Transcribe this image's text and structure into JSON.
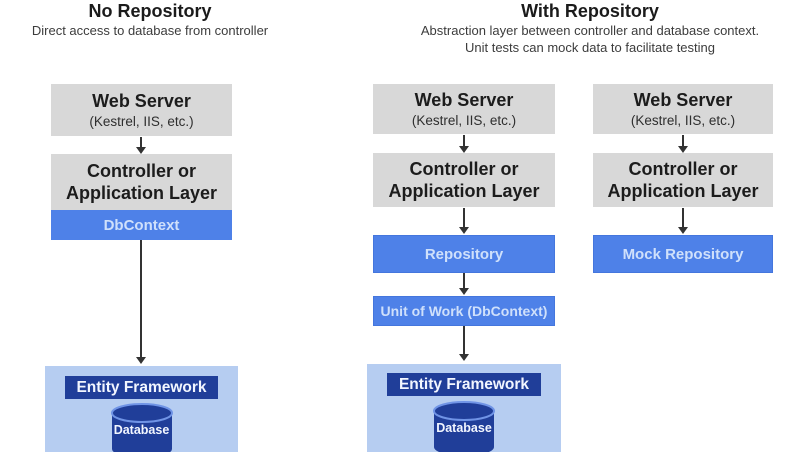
{
  "headers": {
    "left": {
      "title": "No Repository",
      "subtitle_lines": [
        "Direct access to database from controller"
      ]
    },
    "right": {
      "title": "With Repository",
      "subtitle_lines": [
        "Abstraction layer between controller and database context.",
        "Unit tests can mock data to facilitate testing"
      ]
    }
  },
  "labels": {
    "web_server_title": "Web Server",
    "web_server_subtitle": "(Kestrel, IIS, etc.)",
    "controller_line1": "Controller or",
    "controller_line2": "Application Layer",
    "dbcontext": "DbContext",
    "repository": "Repository",
    "unit_of_work": "Unit of Work (DbContext)",
    "mock_repository": "Mock Repository",
    "entity_framework": "Entity Framework",
    "database": "Database"
  },
  "colors": {
    "box_gray": "#d8d8d8",
    "box_text": "#1c1c1c",
    "box_blue": "#4e81e8",
    "box_blue_edge": "#4476dd",
    "box_blue_text": "#cfe0fb",
    "navy": "#203e99",
    "navy_text": "#f2f6ff",
    "container_blue": "#b6cdf1",
    "cyl_rim": "#7094e6",
    "arrow": "#333333",
    "title_text": "#1b1b1b",
    "subtitle_text": "#3c3c3c"
  }
}
